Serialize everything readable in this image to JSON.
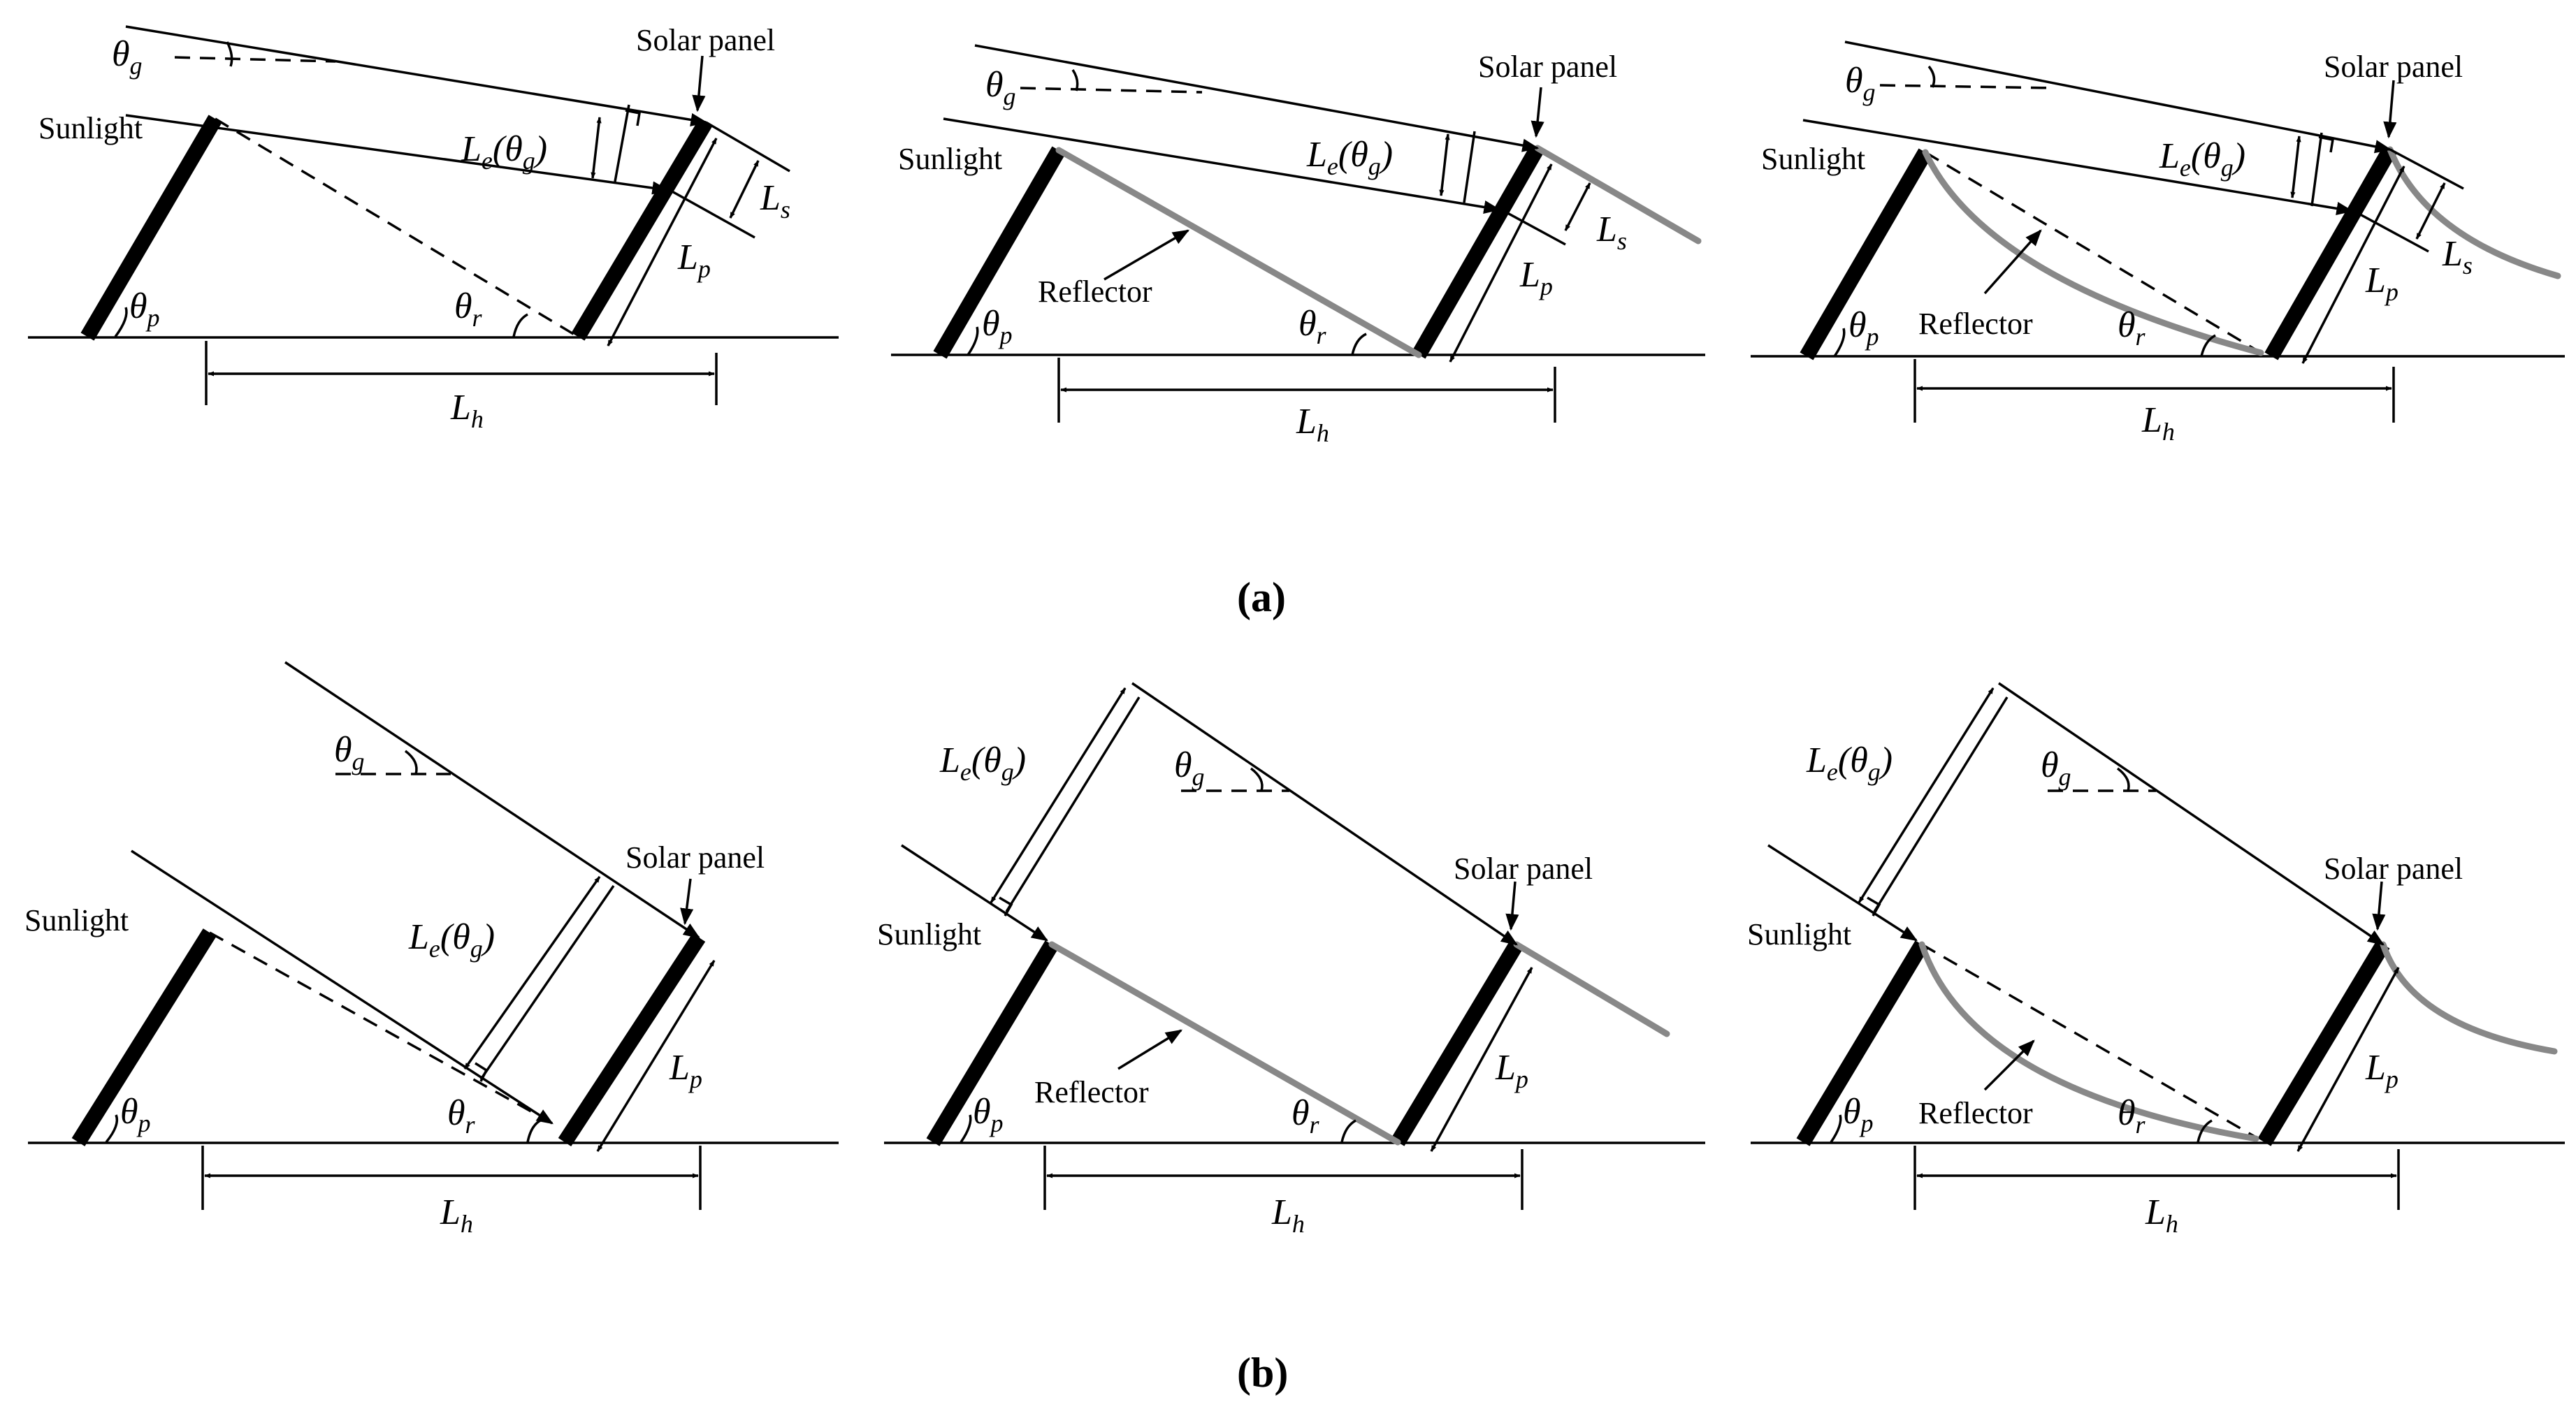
{
  "labels": {
    "solar_panel": "Solar panel",
    "sunlight": "Sunlight",
    "reflector": "Reflector"
  },
  "math": {
    "theta": "θ",
    "g": "g",
    "p": "p",
    "r": "r",
    "L": "L",
    "e": "e",
    "s": "s",
    "h": "h",
    "open_paren": "(",
    "close_paren": ")"
  },
  "captions": {
    "a": "(a)",
    "b": "(b)"
  },
  "colors": {
    "panel": "#000000",
    "reflector": "#888888",
    "line": "#000000"
  }
}
